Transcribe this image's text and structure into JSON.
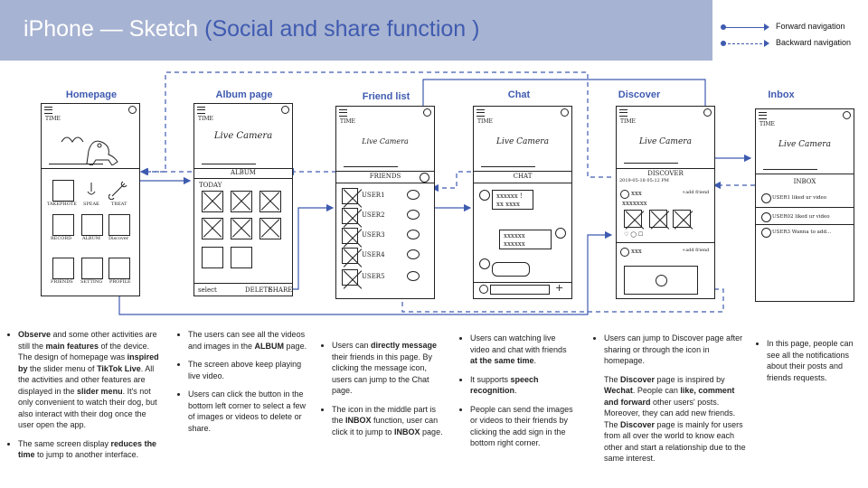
{
  "title": {
    "main": "iPhone — Sketch",
    "sub": "(Social and share function )"
  },
  "legend": {
    "forward": "Forward navigation",
    "backward": "Backward navigation"
  },
  "colors": {
    "header_bg": "#a7b3d2",
    "accent": "#3f5bb0",
    "title_white": "#ffffff"
  },
  "screens": [
    {
      "label": "Homepage"
    },
    {
      "label": "Album page"
    },
    {
      "label": "Friend list"
    },
    {
      "label": "Chat"
    },
    {
      "label": "Discover"
    },
    {
      "label": "Inbox"
    }
  ],
  "sketch": {
    "time": "TIME",
    "live": "Live Camera",
    "home_icons": [
      "TAKEPHOTE",
      "SPEAK",
      "TREAT",
      "RECORD",
      "ALBUM",
      "Discover",
      "FRIENDS",
      "SETTING",
      "PROFILE"
    ],
    "album_section": "ALBUM",
    "album_today": "TODAY",
    "album_buttons": [
      "select",
      "DELETE",
      "SHARE"
    ],
    "friends_section": "FRIENDS",
    "friends": [
      "USER1",
      "USER2",
      "USER3",
      "USER4",
      "USER5"
    ],
    "chat_section": "CHAT",
    "chat_msgs": [
      "xxxxxx !",
      "xx xxxx",
      "xxxxxx",
      "xxxxxx"
    ],
    "discover_section": "DISCOVER",
    "discover_date": "2019-05-18  05:12 PM",
    "discover_user": "xxx",
    "discover_add": "+add friend",
    "discover_text": "xxxxxxx",
    "inbox_section": "INBOX",
    "inbox_items": [
      "USER1 liked ur video",
      "USER02 liked ur video",
      "USER3 Wanna to add..."
    ]
  },
  "descriptions": {
    "homepage": [
      [
        "Observe",
        " and some other activities are still the ",
        "main features",
        " of the device. The design of homepage was ",
        "inspired by",
        " the slider menu of ",
        "TikTok Live",
        ". All the activities and other features are displayed in the ",
        "slider menu",
        ". It's not only convenient to watch their dog, but also interact with their dog once the user open the app."
      ],
      [
        "The same screen display ",
        "reduces the time",
        " to jump to another interface."
      ]
    ],
    "album": [
      [
        "The users can see all the videos and images in the ",
        "ALBUM",
        " page."
      ],
      [
        "The screen above keep playing live video."
      ],
      [
        "Users can click the button in the bottom left corner to select a few of images or videos to delete or share."
      ]
    ],
    "friends": [
      [
        "Users can ",
        "directly message",
        " their friends in this page. By clicking the message icon, users can jump to the Chat page."
      ],
      [
        "The icon in the middle part is the ",
        "INBOX",
        " function, user can click it to jump to ",
        "INBOX",
        " page."
      ]
    ],
    "chat": [
      [
        "Users can watching live video and chat with friends ",
        "at the same time",
        "."
      ],
      [
        "It supports ",
        "speech recognition",
        "."
      ],
      [
        "People can send the images or videos to their friends by clicking the add sign in the bottom right corner."
      ]
    ],
    "discover": [
      [
        "Users can jump to Discover page after sharing or through the icon in homepage."
      ],
      [
        "The ",
        "Discover",
        " page is inspired by ",
        "Wechat",
        ". People can ",
        "like, comment and forward",
        " other users' posts. Moreover, they can add new friends. The ",
        "Discover",
        " page is mainly for users from all over the world to know each other and  start a relationship due to the same interest."
      ]
    ],
    "inbox": [
      [
        "In this page, people can see all the notifications about their posts and friends requests."
      ]
    ]
  }
}
